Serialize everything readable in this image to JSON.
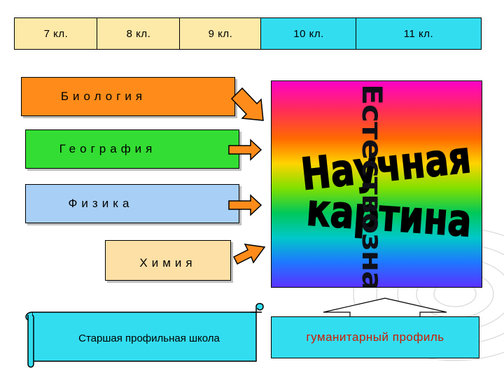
{
  "grades": [
    "7 кл.",
    "8 кл.",
    "9 кл.",
    "10 кл.",
    "11 кл."
  ],
  "subjects": {
    "biology": {
      "label": "Биология",
      "color": "#ff8c1a"
    },
    "geography": {
      "label": "География",
      "color": "#33dd33"
    },
    "physics": {
      "label": "Физика",
      "color": "#a8cff5"
    },
    "chemistry": {
      "label": "Химия",
      "color": "#fde0a6"
    }
  },
  "panel": {
    "vertical_word": "Естествознание",
    "wordart_line1": "Научная",
    "wordart_line2": "картина"
  },
  "school_banner": "Старшая профильная школа",
  "profile_label": "гуманитарный профиль",
  "colors": {
    "header_left": "#fde9a8",
    "header_right": "#33ddf0",
    "arrow_fill": "#ff8c1a",
    "profile_text": "#cc1a00"
  }
}
